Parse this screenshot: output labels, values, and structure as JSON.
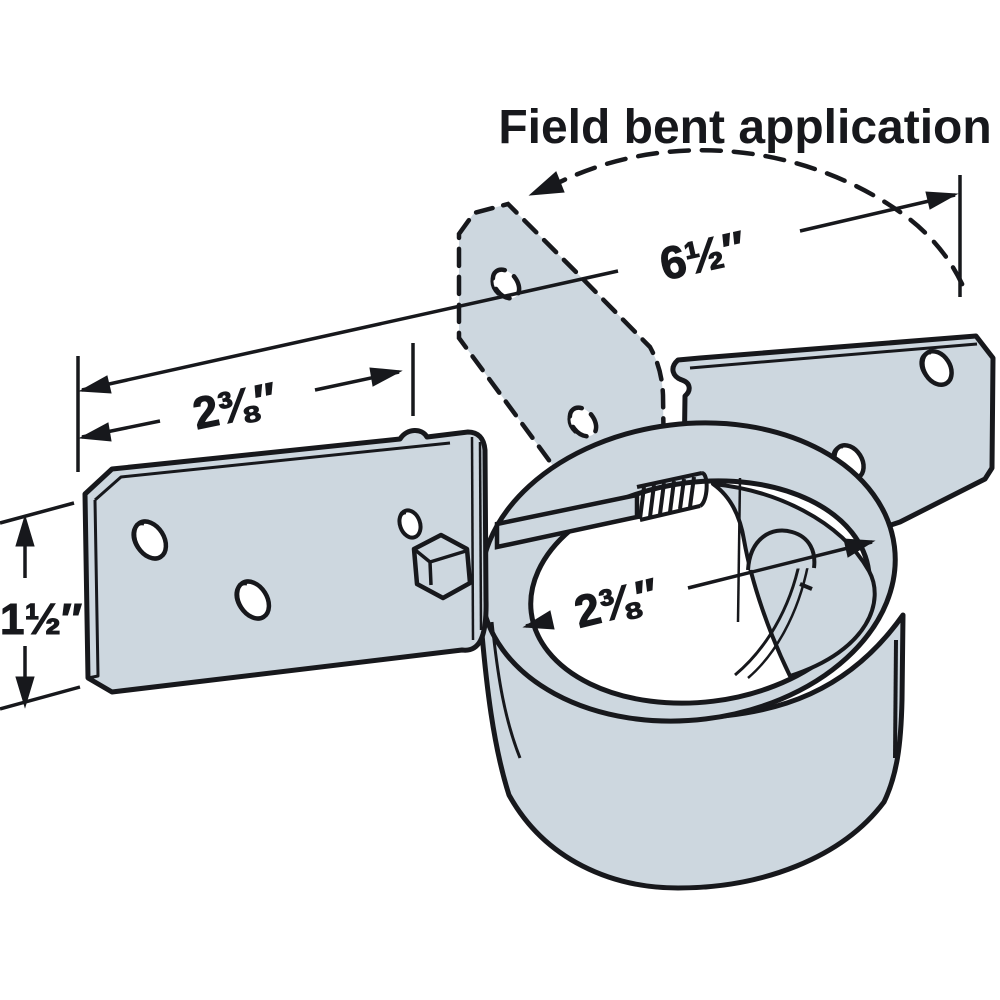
{
  "title": "Field bent application",
  "diagram_type": "technical-illustration",
  "part": "post-pipe clamp bracket with bendable flanges",
  "colors": {
    "metal_fill": "#cdd7df",
    "line": "#17181c",
    "background": "#ffffff"
  },
  "dimensions": {
    "overall_width": "6½″",
    "left_flange_width": "2⅜″",
    "flange_height": "1½″",
    "clamp_inner_diameter": "2⅜″"
  },
  "annotations": {
    "bend_motion": "dashed arc with arrowhead showing flange bent upward",
    "bent_flange_style": "dashed outline = field bent position"
  }
}
